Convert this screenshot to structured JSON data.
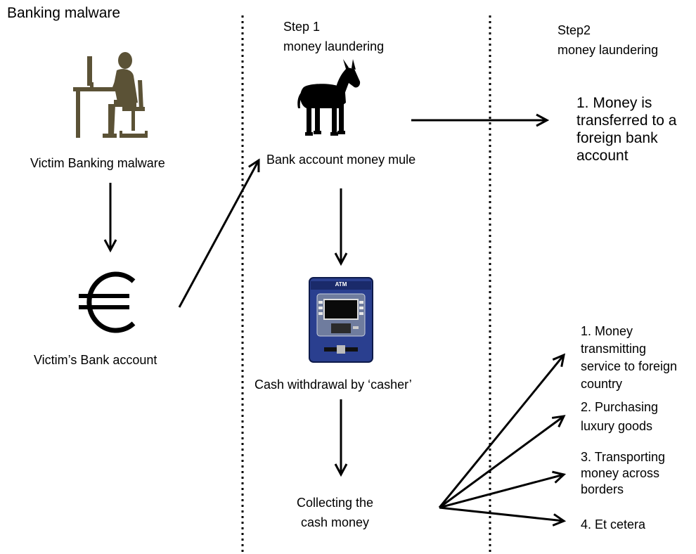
{
  "title": "Banking malware",
  "columns": {
    "step1": {
      "line1": "Step 1",
      "line2": "money laundering"
    },
    "step2": {
      "line1": "Step2",
      "line2": "money laundering"
    }
  },
  "nodes": {
    "victim": "Victim Banking malware",
    "bank_account": "Victim’s Bank account",
    "mule": "Bank account money mule",
    "cash_withdrawal": "Cash withdrawal by ‘casher’",
    "collecting": {
      "line1": "Collecting the",
      "line2": "cash money"
    }
  },
  "outcomes": {
    "foreign_transfer": [
      "1. Money is",
      "transferred to a",
      "foreign bank",
      "account"
    ],
    "options": [
      [
        "1. Money",
        "transmitting",
        "service to foreign",
        "country"
      ],
      [
        "2. Purchasing",
        "luxury goods"
      ],
      [
        "3. Transporting",
        "money across",
        "borders"
      ],
      [
        "4. Et cetera"
      ]
    ]
  },
  "atm_label": "ATM",
  "icons": {
    "victim": "person-at-computer-icon",
    "bank": "euro-icon",
    "mule": "donkey-icon",
    "atm": "atm-machine-icon"
  },
  "colors": {
    "ink": "#000000",
    "person": "#5b5236",
    "atm_body": "#2a3f8f",
    "atm_border": "#0d1a4a"
  }
}
